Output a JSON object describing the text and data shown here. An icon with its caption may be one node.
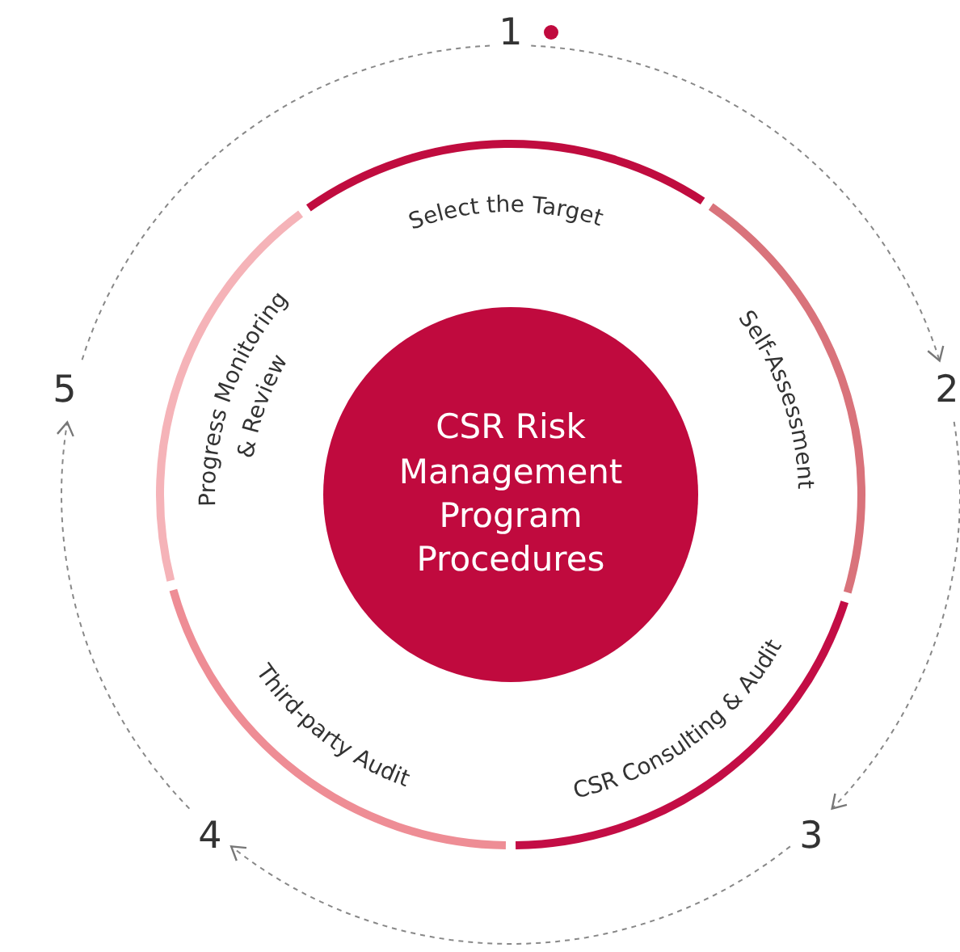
{
  "diagram": {
    "nodes": [
      {
        "text": [
          "CSR Risk Management Program Procedures"
        ]
      },
      {
        "text": [
          "Select the Target"
        ]
      },
      {
        "text": [
          "Self-Assessment"
        ]
      },
      {
        "text": [
          "CSR Consulting & Audit"
        ]
      },
      {
        "text": [
          "Third-party Audit"
        ]
      },
      {
        "text": [
          "Progress Monitoring & Review"
        ]
      },
      {
        "text": [
          "1"
        ]
      },
      {
        "text": [
          "2"
        ]
      },
      {
        "text": [
          "3"
        ]
      },
      {
        "text": [
          "4"
        ]
      },
      {
        "text": [
          "5"
        ]
      }
    ],
    "edges": [
      {
        "from": 6,
        "to": 7,
        "arrow": "to",
        "style": "dashed"
      },
      {
        "from": 7,
        "to": 8,
        "arrow": "to",
        "style": "dashed"
      },
      {
        "from": 8,
        "to": 9,
        "arrow": "to",
        "style": "dashed"
      },
      {
        "from": 9,
        "to": 10,
        "arrow": "to",
        "style": "dashed"
      },
      {
        "from": 10,
        "to": 6,
        "arrow": "none",
        "style": "dashed"
      }
    ]
  }
}
